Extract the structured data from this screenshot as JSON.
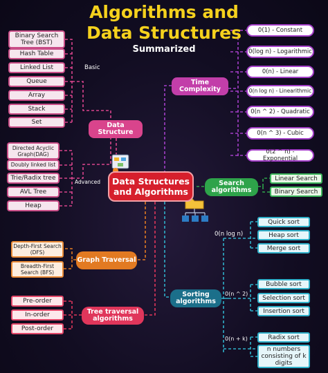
{
  "header": {
    "title_line1": "Algorithms and",
    "title_line2": "Data Structures",
    "subtitle": "Summarized"
  },
  "central": {
    "label": "Data Structures and Algorithms"
  },
  "data_structure": {
    "label": "Data Structure",
    "basic_label": "Basic",
    "advanced_label": "Advanced",
    "basic_items": [
      "Binary Search Tree (BST)",
      "Hash Table",
      "Linked List",
      "Queue",
      "Array",
      "Stack",
      "Set"
    ],
    "advanced_items": [
      "Directed Acyclic Graph(DAG)",
      "Doubly linked list",
      "Trie/Radix tree",
      "AVL Tree",
      "Heap"
    ]
  },
  "time_complexity": {
    "label": "Time Complexity",
    "items": [
      "0(1) - Constant",
      "0(log n) - Logarithmic",
      "0(n) - Linear",
      "0(n log n) - Linearithmic",
      "0(n ^ 2) - Quadratic",
      "0(n ^ 3) - Cubic",
      "0(2 ^ n) - Exponential"
    ]
  },
  "search": {
    "label": "Search algorithms",
    "items": [
      "Linear Search",
      "Binary Search"
    ]
  },
  "sorting": {
    "label": "Sorting algorithms",
    "group1_label": "0(n log n)",
    "group1_items": [
      "Quick sort",
      "Heap sort",
      "Merge sort"
    ],
    "group2_label": "0(n ^ 2)",
    "group2_items": [
      "Bubble sort",
      "Selection sort",
      "Insertion sort"
    ],
    "group3_label": "0(n + k)",
    "group3_items": [
      "Radix sort",
      "n numbers consisting of k digits"
    ]
  },
  "graph": {
    "label": "Graph Traversal",
    "items": [
      "Depth-First Search (DFS)",
      "Breadth-First Search (BFS)"
    ]
  },
  "tree": {
    "label": "Tree traversal algorithms",
    "items": [
      "Pre-order",
      "In-order",
      "Post-order"
    ]
  },
  "colors": {
    "title": "#f5d11d",
    "pink": "#d9448c",
    "purple": "#a43fc8",
    "central": "#d61f2c",
    "green": "#2ea34a",
    "teal": "#1b6f8a",
    "orange": "#e27a22",
    "red": "#e0365b"
  },
  "icons": [
    "network-diagram-icon",
    "folder-tree-icon"
  ]
}
